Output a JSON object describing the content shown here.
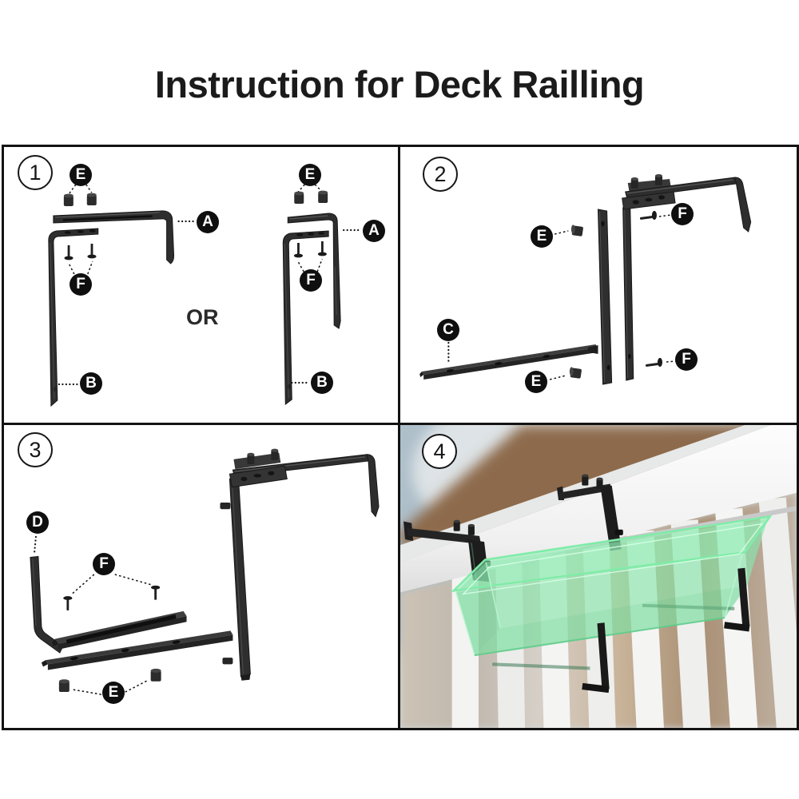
{
  "title": "Instruction for Deck Railling",
  "steps": {
    "step1": "1",
    "step2": "2",
    "step3": "3",
    "step4": "4"
  },
  "part_labels": {
    "a": "A",
    "b": "B",
    "c": "C",
    "d": "D",
    "e": "E",
    "f": "F"
  },
  "panel1": {
    "or_separator": "OR"
  },
  "colors": {
    "line_black": "#131313",
    "bracket_metal": "#2e2e2e",
    "planter_green": "#74e0a0",
    "rail_white": "#f5f5f5",
    "wall_brown": "#8d6a4b",
    "sky_grey_blue": "#b3c2cc"
  }
}
